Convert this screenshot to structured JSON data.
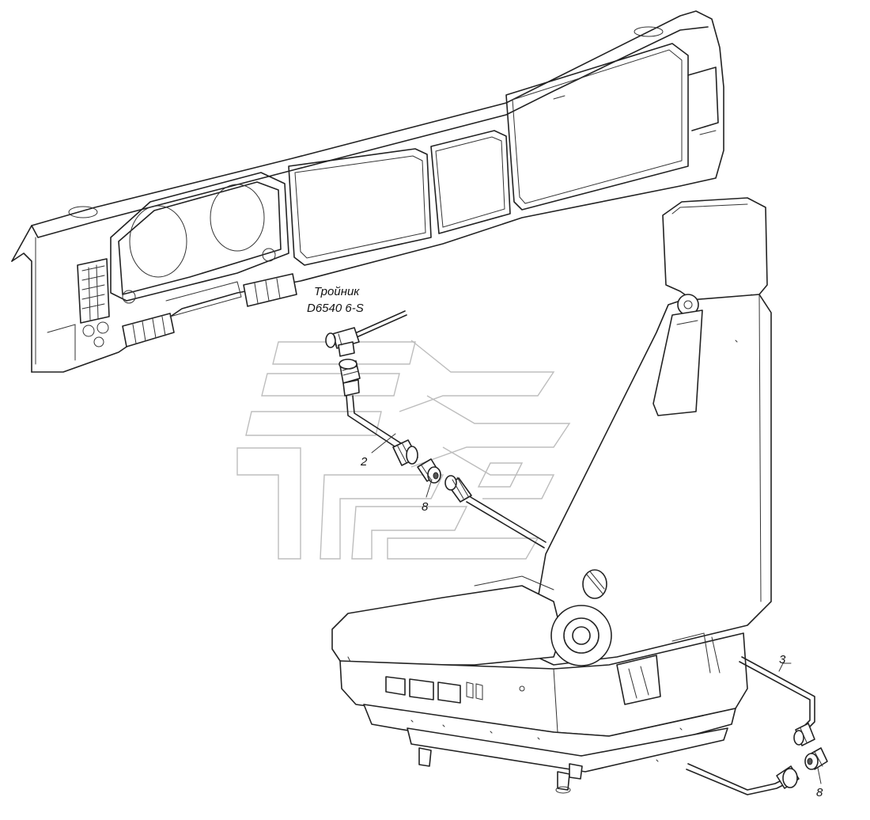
{
  "callouts": {
    "tee_title": "Тройник",
    "tee_code": "D6540 6-S",
    "label_pipe_2": "2",
    "label_adapter_8_top": "8",
    "label_pipe_3": "3",
    "label_adapter_8_bottom": "8"
  }
}
